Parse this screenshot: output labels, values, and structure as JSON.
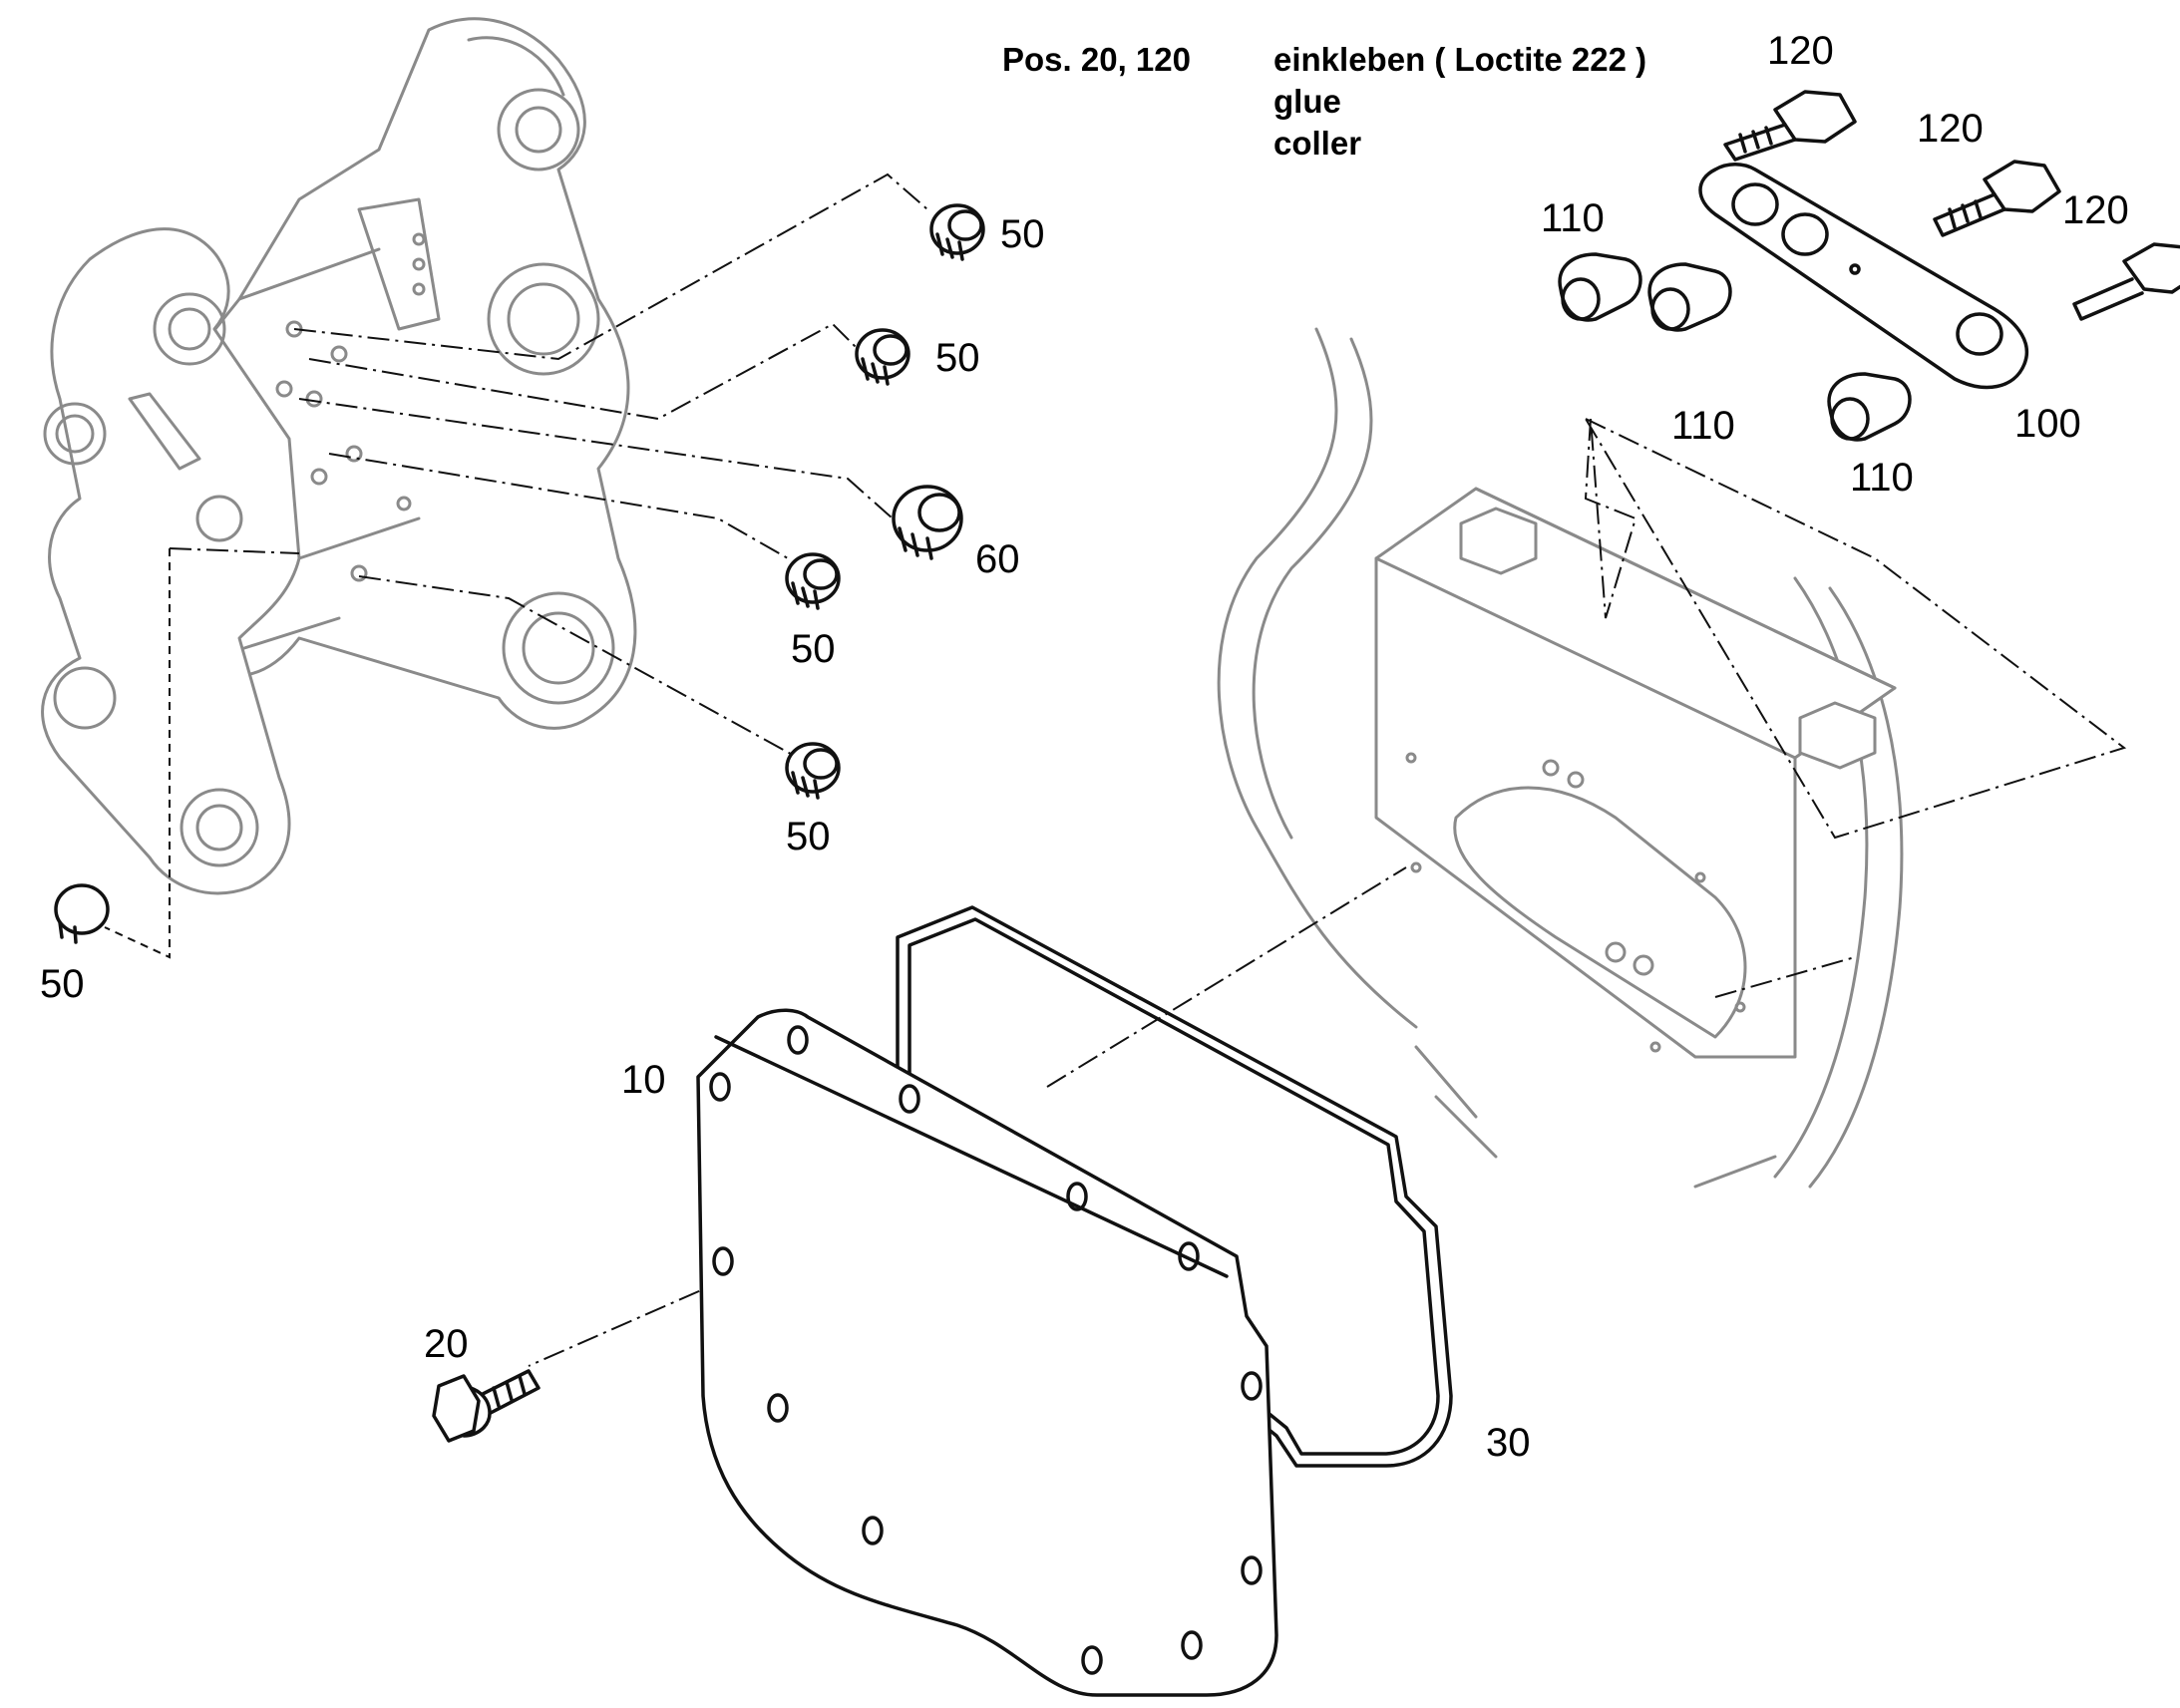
{
  "note": {
    "positions": "Pos. 20, 120",
    "instruction_de": "einkleben ( Loctite 222 )",
    "instruction_en": "glue",
    "instruction_fr": "coller"
  },
  "callouts": {
    "c10": "10",
    "c20": "20",
    "c30": "30",
    "c50a": "50",
    "c50b": "50",
    "c50c": "50",
    "c50d": "50",
    "c50e": "50",
    "c60": "60",
    "c100": "100",
    "c110a": "110",
    "c110b": "110",
    "c110c": "110",
    "c120a": "120",
    "c120b": "120",
    "c120c": "120"
  }
}
